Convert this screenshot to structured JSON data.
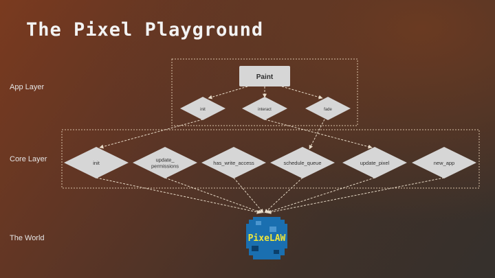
{
  "title": "The Pixel Playground",
  "layers": {
    "app": "App Layer",
    "core": "Core Layer",
    "world": "The World"
  },
  "app_root": "Paint",
  "app_nodes": [
    "init",
    "interact",
    "fade"
  ],
  "core_nodes": [
    "init",
    "update_permissions",
    "has_write_access",
    "schedule_queue",
    "update_pixel",
    "new_app"
  ],
  "core_node_lines": [
    [
      "init"
    ],
    [
      "update_",
      "permissions"
    ],
    [
      "has_write_access"
    ],
    [
      "schedule_queue"
    ],
    [
      "update_pixel"
    ],
    [
      "new_app"
    ]
  ],
  "world_logo": "PixeLAW",
  "colors": {
    "node_fill": "#d6d6d6",
    "connector": "#e9dcc9",
    "logo_blue": "#1a6fb0",
    "logo_text": "#f0e63a"
  }
}
